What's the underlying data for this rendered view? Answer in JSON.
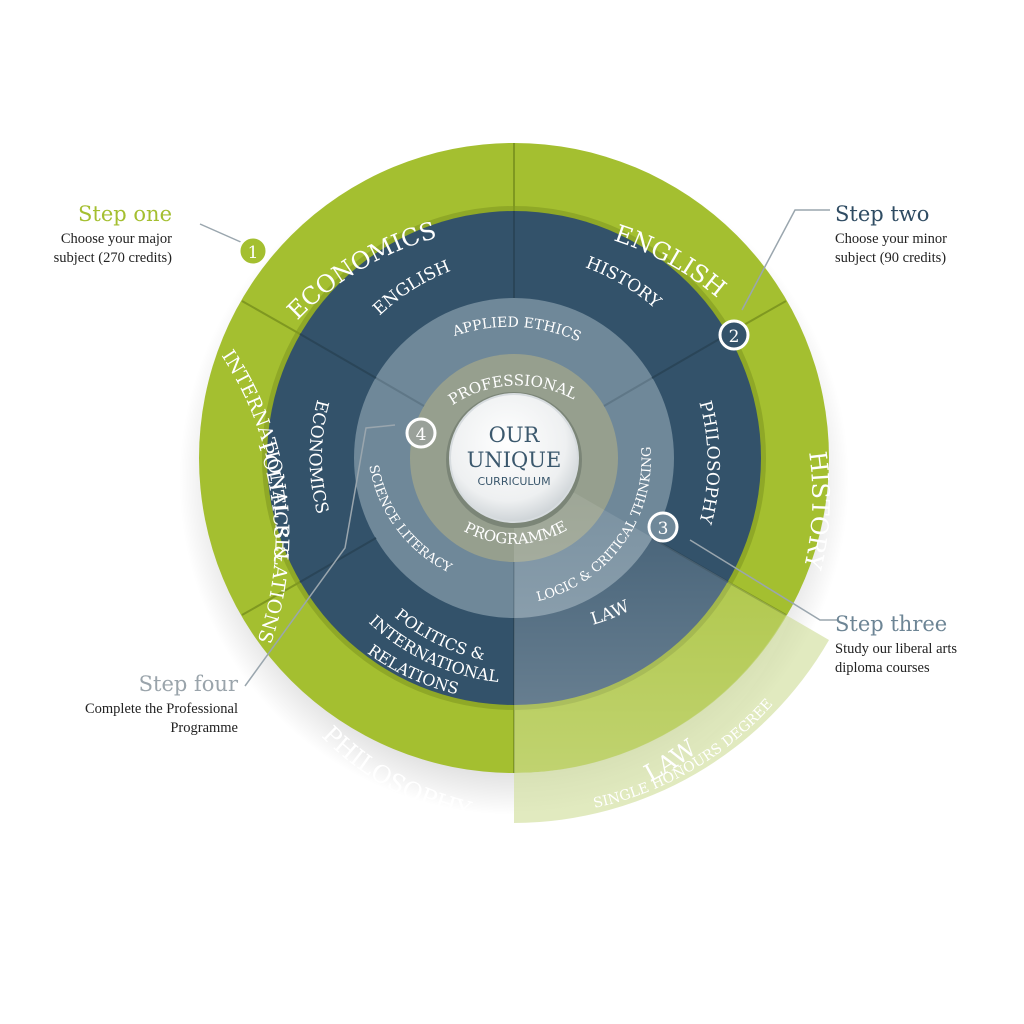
{
  "colors": {
    "green": "#a4bf30",
    "green_dark": "#8fa827",
    "navy": "#33526a",
    "slate": "#6f8899",
    "sage": "#969f8e",
    "center": "#f1f3f3",
    "step_one_title": "#a4bf30",
    "step_two_title": "#2f4c63",
    "step_three_title": "#6d8595",
    "step_four_title": "#9aa4ab"
  },
  "center": {
    "line1": "OUR",
    "line2": "UNIQUE",
    "line3": "CURRICULUM"
  },
  "rings": {
    "major": {
      "economics": "ECONOMICS",
      "english": "ENGLISH",
      "history": "HISTORY",
      "law": "LAW",
      "philosophy": "PHILOSOPHY",
      "politics_line1": "POLITICS &",
      "politics_line2": "INTERNATIONAL RELATIONS"
    },
    "minor": {
      "english": "ENGLISH",
      "history": "HISTORY",
      "philosophy": "PHILOSOPHY",
      "law": "LAW",
      "politics_line1": "POLITICS &",
      "politics_line2": "INTERNATIONAL",
      "politics_line3": "RELATIONS",
      "economics": "ECONOMICS"
    },
    "diploma": {
      "applied_ethics": "APPLIED ETHICS",
      "logic": "LOGIC & CRITICAL THINKING",
      "science": "SCIENCE LITERACY"
    },
    "professional": {
      "top": "PROFESSIONAL",
      "bottom": "PROGRAMME"
    },
    "single_honours": "SINGLE HONOURS DEGREE"
  },
  "markers": {
    "one": "1",
    "two": "2",
    "three": "3",
    "four": "4"
  },
  "steps": {
    "one": {
      "title": "Step one",
      "desc_line1": "Choose your major",
      "desc_line2": "subject (270 credits)"
    },
    "two": {
      "title": "Step two",
      "desc_line1": "Choose your minor",
      "desc_line2": "subject (90 credits)"
    },
    "three": {
      "title": "Step three",
      "desc_line1": "Study our liberal arts",
      "desc_line2": "diploma courses"
    },
    "four": {
      "title": "Step four",
      "desc_line1": "Complete the Professional",
      "desc_line2": "Programme"
    }
  }
}
